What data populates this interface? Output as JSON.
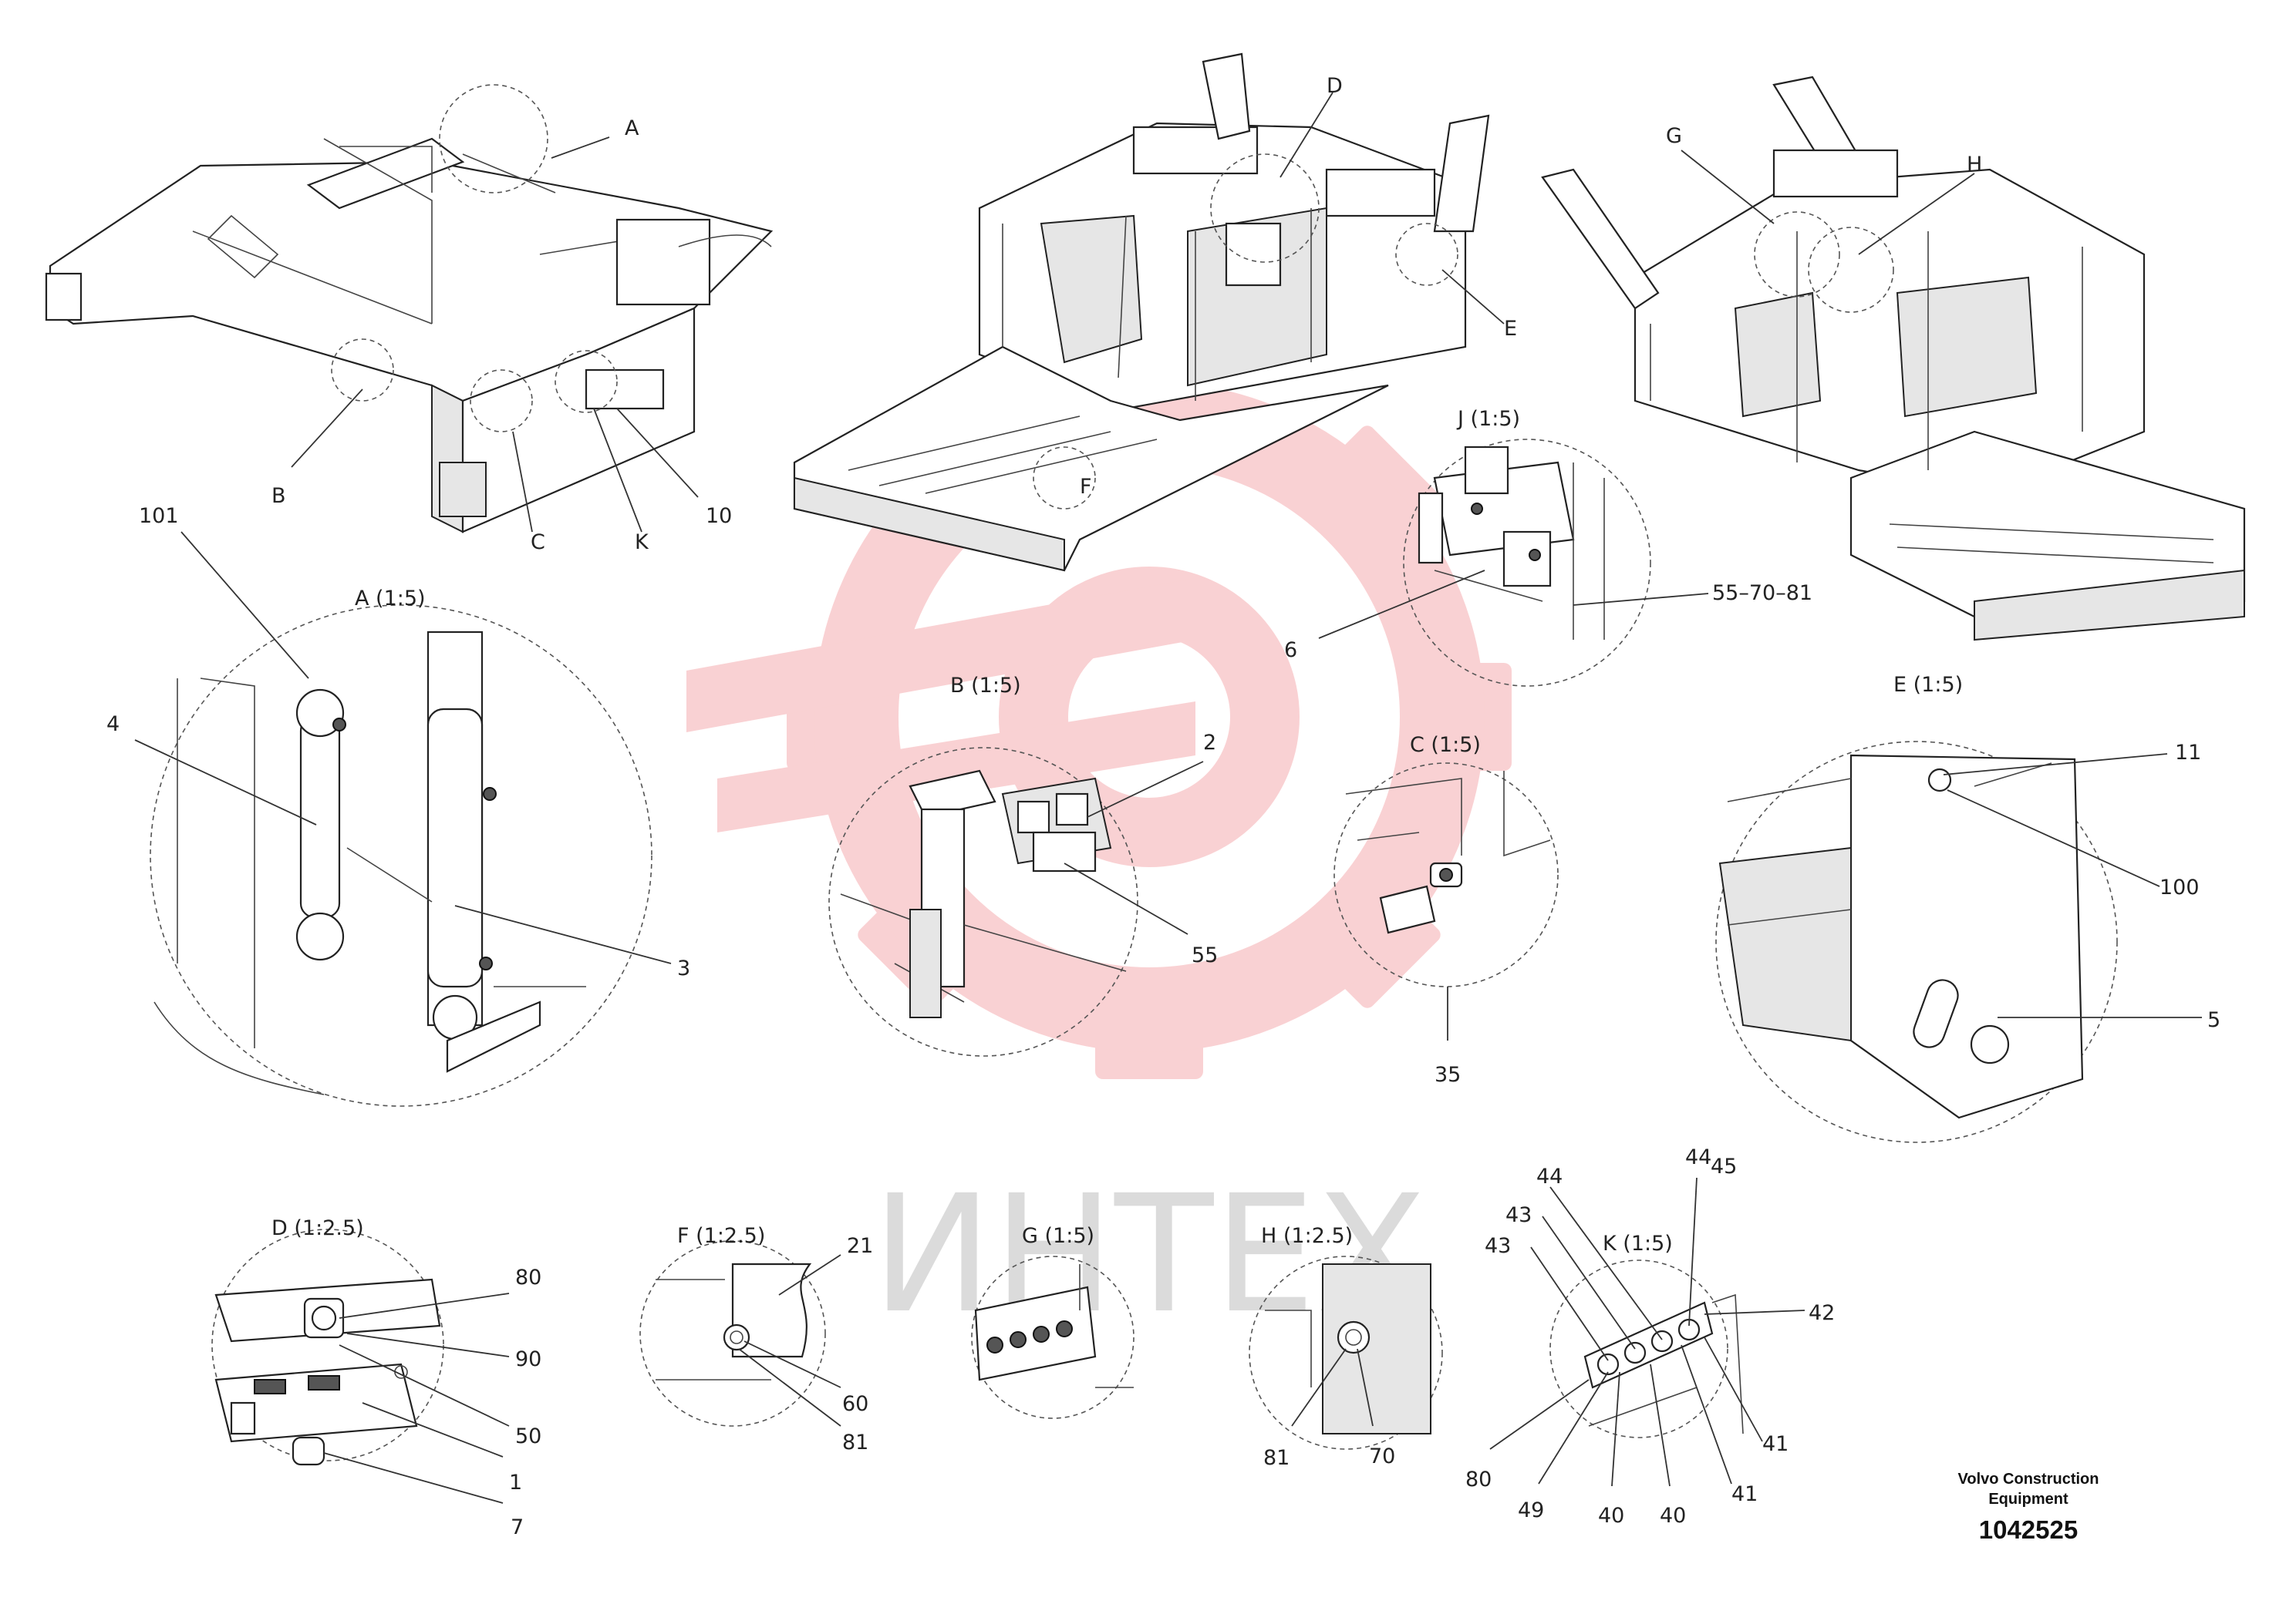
{
  "watermark": {
    "text": "ИНТЕХ",
    "color": "#e8343a"
  },
  "overview_labels": [
    "A",
    "B",
    "C",
    "K",
    "10",
    "D",
    "E",
    "F",
    "G",
    "H"
  ],
  "callouts": {
    "t_101": "101",
    "t_4": "4",
    "t_3": "3",
    "t_2": "2",
    "t_55": "55",
    "t_6": "6",
    "t_55_70_81": "55–70–81",
    "t_35": "35",
    "t_11": "11",
    "t_100": "100",
    "t_5": "5",
    "t_80": "80",
    "t_90": "90",
    "t_50": "50",
    "t_1": "1",
    "t_7": "7",
    "t_21": "21",
    "t_60": "60",
    "t_81": "81",
    "t_81b": "81",
    "t_70": "70",
    "k_43a": "43",
    "k_43b": "43",
    "k_44a": "44",
    "k_44b": "44",
    "k_45": "45",
    "k_42": "42",
    "k_41a": "41",
    "k_41b": "41",
    "k_40a": "40",
    "k_40b": "40",
    "k_49": "49",
    "k_80": "80"
  },
  "details": {
    "A": "A (1:5)",
    "B": "B (1:5)",
    "J": "J (1:5)",
    "C": "C (1:5)",
    "E": "E (1:5)",
    "D": "D (1:2.5)",
    "F": "F (1:2.5)",
    "G": "G (1:5)",
    "H": "H (1:2.5)",
    "K": "K (1:5)"
  },
  "brand": {
    "line1": "Volvo Construction",
    "line2": "Equipment",
    "doc_number": "1042525"
  }
}
